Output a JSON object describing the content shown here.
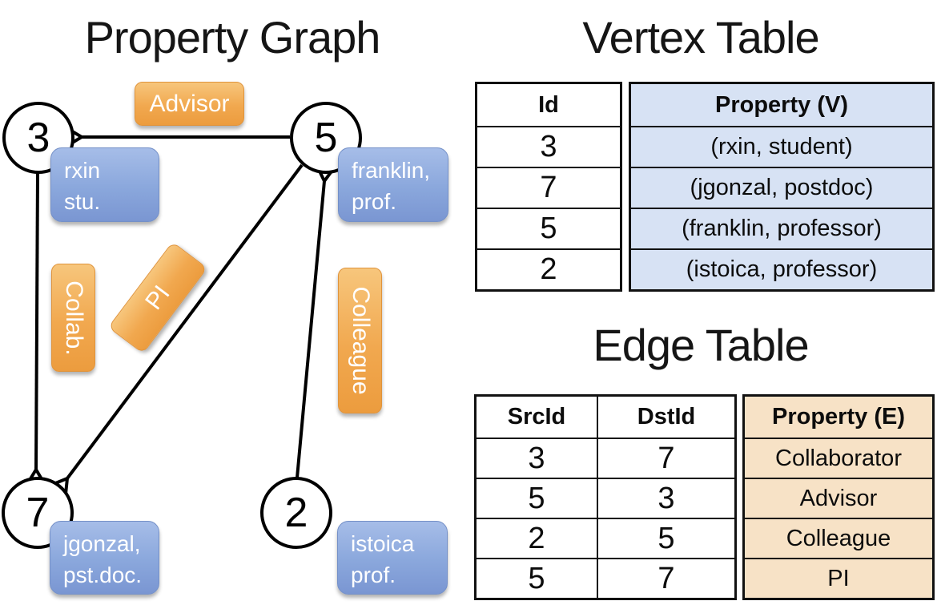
{
  "panel_graph": {
    "title": "Property Graph",
    "nodes": [
      {
        "id": "3",
        "property_lines": [
          "rxin",
          "stu."
        ]
      },
      {
        "id": "5",
        "property_lines": [
          "franklin,",
          "prof."
        ]
      },
      {
        "id": "7",
        "property_lines": [
          "jgonzal,",
          "pst.doc."
        ]
      },
      {
        "id": "2",
        "property_lines": [
          "istoica",
          "prof."
        ]
      }
    ],
    "edge_labels": {
      "advisor": "Advisor",
      "collab": "Collab.",
      "pi": "PI",
      "colleague": "Colleague"
    }
  },
  "vertex_table": {
    "title": "Vertex Table",
    "columns": {
      "id": "Id",
      "property": "Property (V)"
    },
    "rows": [
      {
        "id": "3",
        "property": "(rxin, student)"
      },
      {
        "id": "7",
        "property": "(jgonzal, postdoc)"
      },
      {
        "id": "5",
        "property": "(franklin, professor)"
      },
      {
        "id": "2",
        "property": "(istoica, professor)"
      }
    ]
  },
  "edge_table": {
    "title": "Edge Table",
    "columns": {
      "src": "SrcId",
      "dst": "DstId",
      "property": "Property (E)"
    },
    "rows": [
      {
        "src": "3",
        "dst": "7",
        "property": "Collaborator"
      },
      {
        "src": "5",
        "dst": "3",
        "property": "Advisor"
      },
      {
        "src": "2",
        "dst": "5",
        "property": "Colleague"
      },
      {
        "src": "5",
        "dst": "7",
        "property": "PI"
      }
    ]
  },
  "colors": {
    "edge_label_orange": "#f1a84f",
    "vertex_property_blue": "#8aa7dc",
    "vertex_table_cell_bg": "#d7e2f4",
    "edge_table_cell_bg": "#f7e2c6",
    "line": "#000000"
  }
}
